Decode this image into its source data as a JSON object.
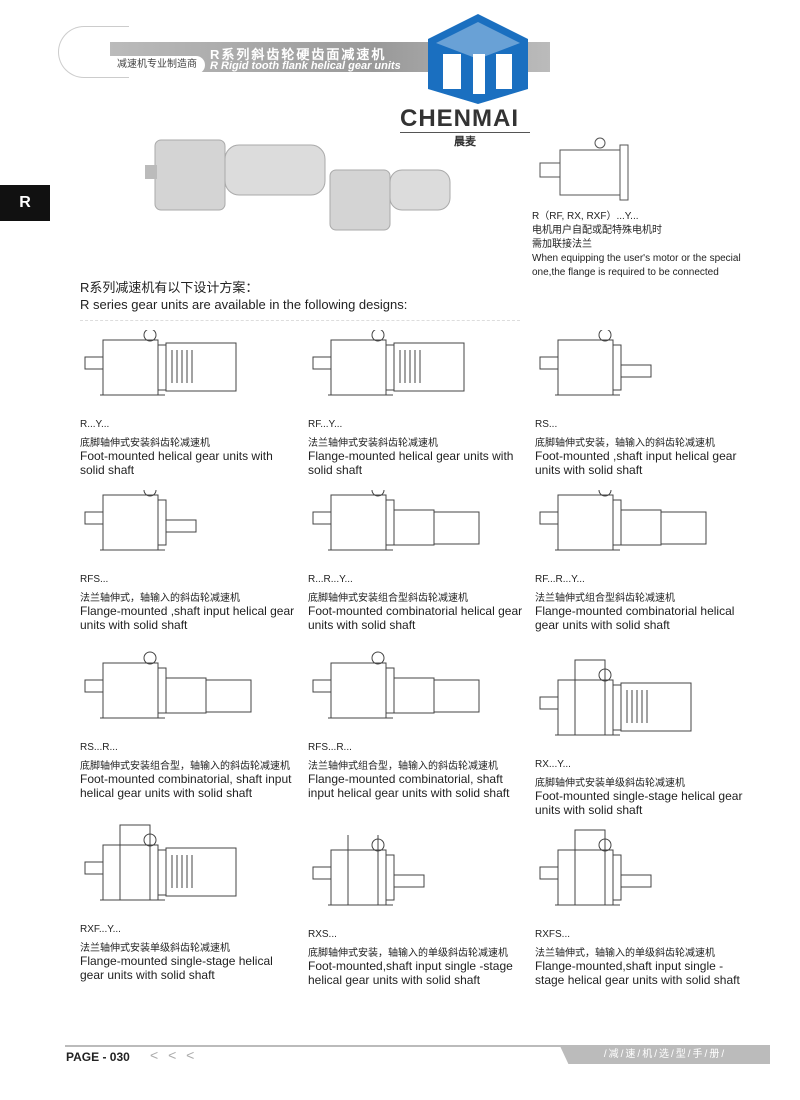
{
  "header": {
    "tagline": "减速机专业制造商",
    "title_cn": "R系列斜齿轮硬齿面减速机",
    "title_en": "R Rigid tooth flank helical gear units",
    "brand": "CHENMAI",
    "brand_cn": "晨麦"
  },
  "side_tab": "R",
  "note": {
    "code": "R（RF, RX, RXF）...Y...",
    "cn1": "电机用户自配或配特殊电机时",
    "cn2": "需加联接法兰",
    "en": "When equipping the user's motor or the special one,the flange is required to be connected"
  },
  "intro": {
    "cn": "R系列减速机有以下设计方案：",
    "en": "R series gear units are available in the following designs:"
  },
  "items": [
    {
      "code": "R...Y...",
      "cn": "底脚轴伸式安装斜齿轮减速机",
      "en": "Foot-mounted helical gear units with solid shaft"
    },
    {
      "code": "RF...Y...",
      "cn": "法兰轴伸式安装斜齿轮减速机",
      "en": "Flange-mounted helical gear units with solid shaft"
    },
    {
      "code": "RS...",
      "cn": "底脚轴伸式安装，轴输入的斜齿轮减速机",
      "en": "Foot-mounted ,shaft input helical gear units with solid shaft"
    },
    {
      "code": "RFS...",
      "cn": "法兰轴伸式，轴输入的斜齿轮减速机",
      "en": "Flange-mounted ,shaft input helical gear units with solid shaft"
    },
    {
      "code": "R...R...Y...",
      "cn": "底脚轴伸式安装组合型斜齿轮减速机",
      "en": "Foot-mounted combinatorial helical gear units with solid shaft"
    },
    {
      "code": "RF...R...Y...",
      "cn": "法兰轴伸式组合型斜齿轮减速机",
      "en": "Flange-mounted combinatorial helical gear units with solid shaft"
    },
    {
      "code": "RS...R...",
      "cn": "底脚轴伸式安装组合型，轴输入的斜齿轮减速机",
      "en": "Foot-mounted combinatorial, shaft input helical gear units with solid shaft"
    },
    {
      "code": "RFS...R...",
      "cn": "法兰轴伸式组合型，轴输入的斜齿轮减速机",
      "en": "Flange-mounted combinatorial, shaft input helical gear units with solid shaft"
    },
    {
      "code": "RX...Y...",
      "cn": "底脚轴伸式安装单级斜齿轮减速机",
      "en": "Foot-mounted single-stage helical gear units with solid shaft"
    },
    {
      "code": "RXF...Y...",
      "cn": "法兰轴伸式安装单级斜齿轮减速机",
      "en": "Flange-mounted single-stage helical gear units with solid shaft"
    },
    {
      "code": "RXS...",
      "cn": "底脚轴伸式安装，轴输入的单级斜齿轮减速机",
      "en": "Foot-mounted,shaft input single -stage  helical gear units with solid shaft"
    },
    {
      "code": "RXFS...",
      "cn": "法兰轴伸式，轴输入的单级斜齿轮减速机",
      "en": "Flange-mounted,shaft input single -stage  helical gear units with solid shaft"
    }
  ],
  "footer": {
    "page": "PAGE - 030",
    "arrows": "< < <",
    "tab": "/减/速/机/选/型/手/册/"
  },
  "colors": {
    "logo_blue": "#1a6fc0",
    "band": "#a0a0a0"
  }
}
